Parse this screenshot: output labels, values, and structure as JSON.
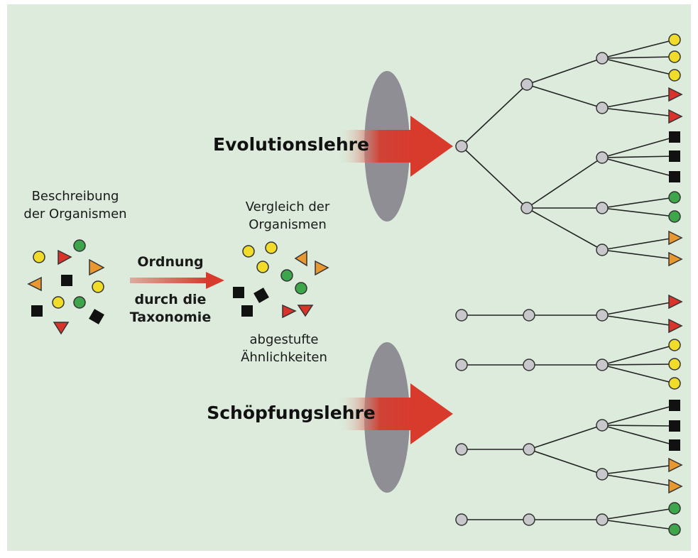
{
  "labels": {
    "beschreibung_line1": "Beschreibung",
    "beschreibung_line2": "der Organismen",
    "vergleich_line1": "Vergleich der",
    "vergleich_line2": "Organismen",
    "ordnung": "Ordnung",
    "durch_line1": "durch die",
    "durch_line2": "Taxonomie",
    "abgestufte_line1": "abgestufte",
    "abgestufte_line2": "Ähnlichkeiten",
    "evolution": "Evolutionslehre",
    "schoepfung": "Schöpfungslehre"
  },
  "colors": {
    "background": "#dcebdc",
    "frame": "#ffffff",
    "node": "#c8c8cc",
    "yellow": "#f2dc2a",
    "red": "#d9332a",
    "orange": "#e8982e",
    "green": "#3ea64a",
    "black": "#111111",
    "lens": "#8e8e94",
    "arrow": "#d83a2c",
    "text": "#1a1a1a"
  },
  "evolution_tree_leaves": [
    "circle-yellow",
    "circle-yellow",
    "circle-yellow",
    "triangle-red",
    "triangle-red",
    "square-black",
    "square-black",
    "square-black",
    "circle-green",
    "circle-green",
    "triangle-orange",
    "triangle-orange"
  ],
  "creation_lineage_leaves": [
    [
      "triangle-red",
      "triangle-red"
    ],
    [
      "circle-yellow",
      "circle-yellow",
      "circle-yellow"
    ],
    [
      "square-black",
      "square-black",
      "square-black",
      "triangle-orange",
      "triangle-orange"
    ],
    [
      "circle-green",
      "circle-green"
    ]
  ]
}
